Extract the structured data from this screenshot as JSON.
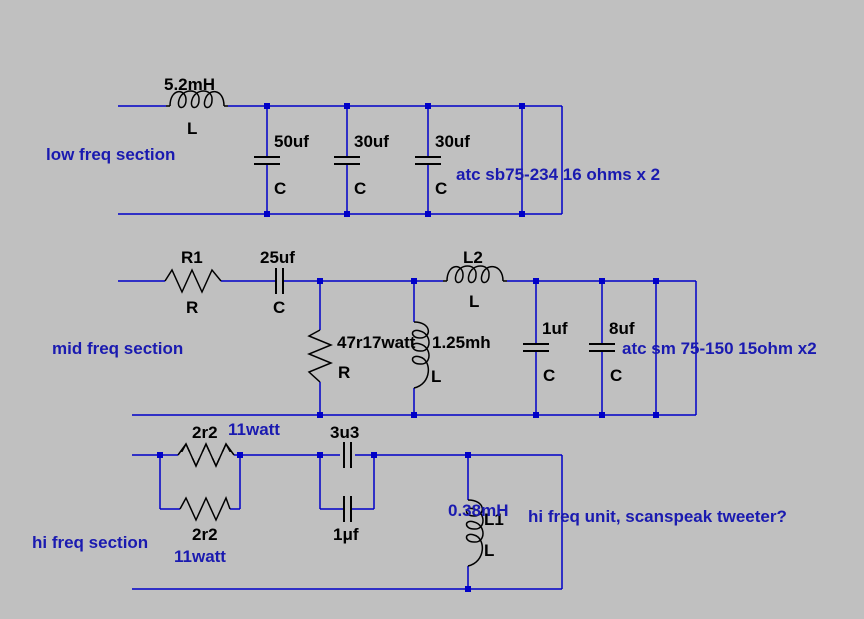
{
  "sections": {
    "low": "low freq section",
    "mid": "mid freq section",
    "hi": "hi freq section"
  },
  "low": {
    "l_value": "5.2mH",
    "l_type": "L",
    "c1_value": "50uf",
    "c2_value": "30uf",
    "c3_value": "30uf",
    "c_type": "C",
    "load": "atc sb75-234 16 ohms x 2"
  },
  "mid": {
    "r1_name": "R1",
    "r1_type": "R",
    "c_series_value": "25uf",
    "c_type": "C",
    "l2_name": "L2",
    "l_type": "L",
    "r_shunt_value": "47r17watt",
    "r_type": "R",
    "l_shunt_value": "1.25mh",
    "c1_value": "1uf",
    "c2_value": "8uf",
    "load": "atc sm 75-150 15ohm x2"
  },
  "hi": {
    "r_top_value": "2r2",
    "r_top_power": "11watt",
    "r_bottom_value": "2r2",
    "r_bottom_power": "11watt",
    "c_top_value": "3u3",
    "c_bottom_value": "1μf",
    "l_value": "0.38mH",
    "l_name": "L1",
    "l_type": "L",
    "load": "hi freq unit, scanspeak tweeter?"
  },
  "colors": {
    "background": "#c0c0c0",
    "wire": "#0000c8",
    "component": "#000000",
    "annotation": "#1a1ab0"
  }
}
